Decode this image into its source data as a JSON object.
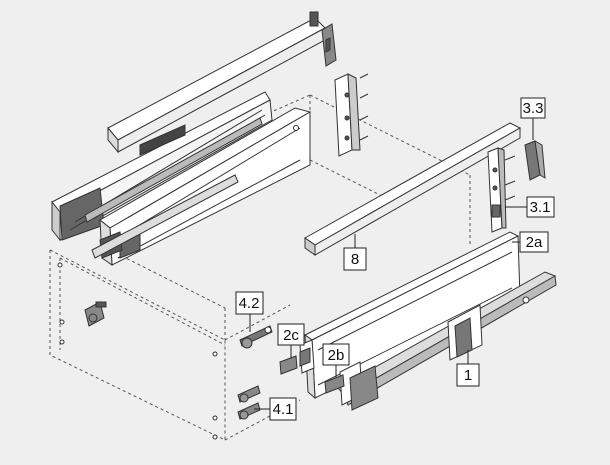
{
  "callouts": {
    "c1": "1",
    "c2a": "2a",
    "c2b": "2b",
    "c2c": "2c",
    "c31": "3.1",
    "c33": "3.3",
    "c41": "4.1",
    "c42": "4.2",
    "c8": "8"
  },
  "colors": {
    "background": "#efefef",
    "callout_fill": "#ffffff",
    "callout_stroke": "#222222",
    "part_fill": "#ffffff",
    "part_stroke": "#333333",
    "dashed_cabinet": "#555555",
    "dark_part": "#555555"
  }
}
